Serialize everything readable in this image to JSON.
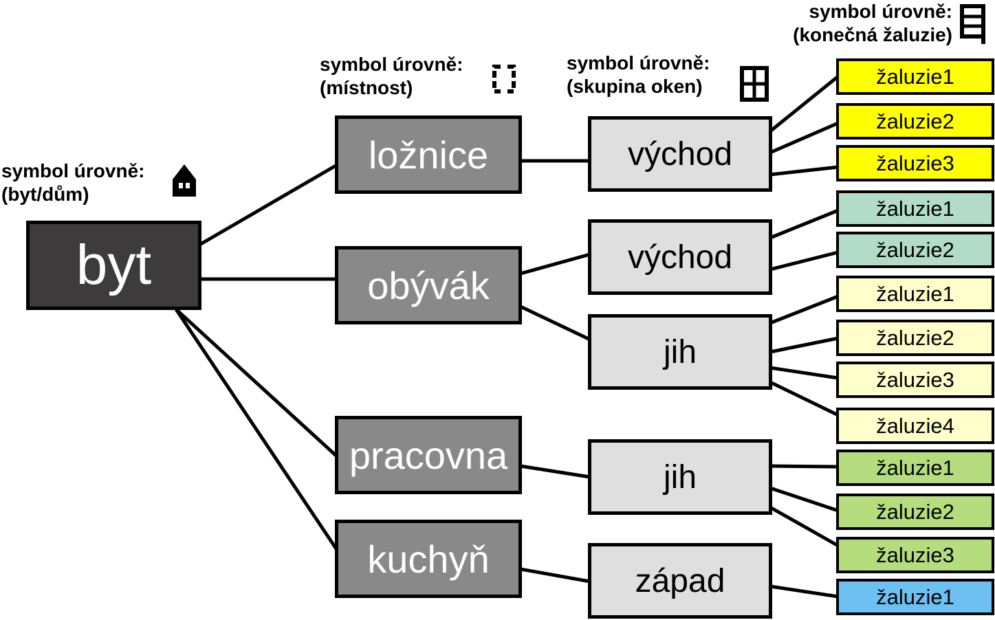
{
  "legend": {
    "level1": {
      "line1": "symbol úrovně:",
      "line2": "(byt/dům)",
      "icon": "house-icon"
    },
    "level2": {
      "line1": "symbol úrovně:",
      "line2": "(místnost)",
      "icon": "room-brackets-icon"
    },
    "level3": {
      "line1": "symbol úrovně:",
      "line2": "(skupina oken)",
      "icon": "window-icon"
    },
    "level4": {
      "line1": "symbol úrovně:",
      "line2": "(konečná žaluzie)",
      "icon": "blind-icon"
    }
  },
  "root": {
    "label": "byt"
  },
  "rooms": [
    {
      "label": "ložnice"
    },
    {
      "label": "obývák"
    },
    {
      "label": "pracovna"
    },
    {
      "label": "kuchyň"
    }
  ],
  "groups": [
    {
      "label": "východ"
    },
    {
      "label": "východ"
    },
    {
      "label": "jih"
    },
    {
      "label": "jih"
    },
    {
      "label": "západ"
    }
  ],
  "blinds": [
    {
      "label": "žaluzie1",
      "color": "#ffff00"
    },
    {
      "label": "žaluzie2",
      "color": "#ffff00"
    },
    {
      "label": "žaluzie3",
      "color": "#ffff00"
    },
    {
      "label": "žaluzie1",
      "color": "#b3dcc8"
    },
    {
      "label": "žaluzie2",
      "color": "#b3dcc8"
    },
    {
      "label": "žaluzie1",
      "color": "#ffffcc"
    },
    {
      "label": "žaluzie2",
      "color": "#ffffcc"
    },
    {
      "label": "žaluzie3",
      "color": "#ffffcc"
    },
    {
      "label": "žaluzie4",
      "color": "#ffffcc"
    },
    {
      "label": "žaluzie1",
      "color": "#b5dd7e"
    },
    {
      "label": "žaluzie2",
      "color": "#b5dd7e"
    },
    {
      "label": "žaluzie3",
      "color": "#b5dd7e"
    },
    {
      "label": "žaluzie1",
      "color": "#6cc1f2"
    }
  ]
}
